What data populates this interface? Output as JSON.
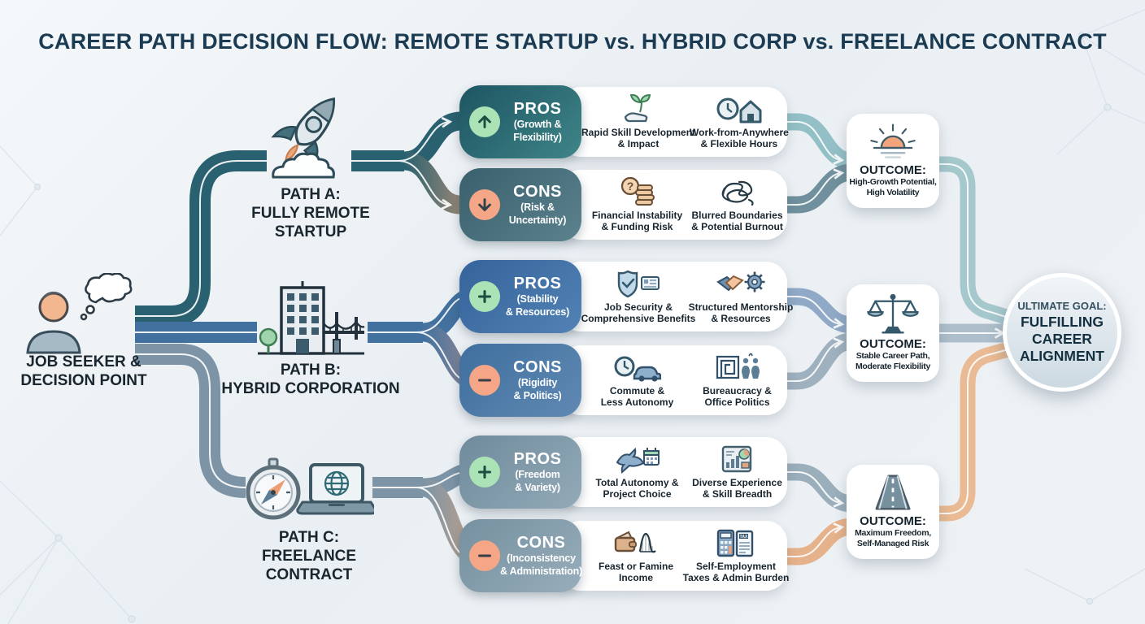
{
  "title": "CAREER PATH DECISION FLOW: REMOTE STARTUP vs. HYBRID CORP vs. FREELANCE CONTRACT",
  "start": {
    "icon": "job-seeker-icon",
    "label_lines": [
      "JOB SEEKER &",
      "DECISION POINT"
    ]
  },
  "paths": [
    {
      "name": "Path A",
      "icon": "rocket-icon",
      "label_lines": [
        "PATH A:",
        "FULLY REMOTE",
        "STARTUP"
      ],
      "pros": {
        "badge_icon": "up-arrow-icon",
        "title": "PROS",
        "subtitle_lines": [
          "(Growth &",
          "Flexibility)"
        ],
        "items": [
          {
            "icon": "seedling-hand-icon",
            "label_lines": [
              "Rapid Skill Development",
              "& Impact"
            ]
          },
          {
            "icon": "clock-house-icon",
            "label_lines": [
              "Work-from-Anywhere",
              "& Flexible Hours"
            ]
          }
        ]
      },
      "cons": {
        "badge_icon": "down-arrow-icon",
        "title": "CONS",
        "subtitle_lines": [
          "(Risk &",
          "Uncertainty)"
        ],
        "items": [
          {
            "icon": "coins-question-icon",
            "icon_text": "?",
            "label_lines": [
              "Financial Instability",
              "& Funding Risk"
            ]
          },
          {
            "icon": "tangle-icon",
            "label_lines": [
              "Blurred Boundaries",
              "& Potential Burnout"
            ]
          }
        ]
      },
      "outcome": {
        "icon": "sunrise-icon",
        "title": "OUTCOME:",
        "lines": [
          "High-Growth Potential,",
          "High Volatility"
        ]
      }
    },
    {
      "name": "Path B",
      "icon": "corporate-building-icon",
      "label_lines": [
        "PATH B:",
        "HYBRID CORPORATION"
      ],
      "pros": {
        "badge_icon": "plus-icon",
        "title": "PROS",
        "subtitle_lines": [
          "(Stability",
          "& Resources)"
        ],
        "items": [
          {
            "icon": "shield-id-icon",
            "label_lines": [
              "Job Security &",
              "Comprehensive Benefits"
            ]
          },
          {
            "icon": "handshake-gear-icon",
            "label_lines": [
              "Structured Mentorship",
              "& Resources"
            ]
          }
        ]
      },
      "cons": {
        "badge_icon": "minus-icon",
        "title": "CONS",
        "subtitle_lines": [
          "(Rigidity",
          "& Politics)"
        ],
        "items": [
          {
            "icon": "clock-car-icon",
            "label_lines": [
              "Commute &",
              "Less Autonomy"
            ]
          },
          {
            "icon": "maze-people-icon",
            "label_lines": [
              "Bureaucracy &",
              "Office Politics"
            ]
          }
        ]
      },
      "outcome": {
        "icon": "balance-scale-icon",
        "title": "OUTCOME:",
        "lines": [
          "Stable Career Path,",
          "Moderate Flexibility"
        ]
      }
    },
    {
      "name": "Path C",
      "icon": "compass-laptop-icon",
      "label_lines": [
        "PATH C:",
        "FREELANCE",
        "CONTRACT"
      ],
      "pros": {
        "badge_icon": "plus-icon",
        "title": "PROS",
        "subtitle_lines": [
          "(Freedom",
          "& Variety)"
        ],
        "items": [
          {
            "icon": "bird-calendar-icon",
            "label_lines": [
              "Total Autonomy &",
              "Project Choice"
            ]
          },
          {
            "icon": "chart-panel-icon",
            "label_lines": [
              "Diverse Experience",
              "& Skill Breadth"
            ]
          }
        ]
      },
      "cons": {
        "badge_icon": "minus-icon",
        "title": "CONS",
        "subtitle_lines": [
          "(Inconsistency",
          "& Administration)"
        ],
        "items": [
          {
            "icon": "wallet-wave-icon",
            "label_lines": [
              "Feast or Famine",
              "Income"
            ]
          },
          {
            "icon": "calculator-tax-icon",
            "icon_text": "TAX",
            "label_lines": [
              "Self-Employment",
              "Taxes & Admin Burden"
            ]
          }
        ]
      },
      "outcome": {
        "icon": "open-road-icon",
        "title": "OUTCOME:",
        "lines": [
          "Maximum Freedom,",
          "Self-Managed Risk"
        ]
      }
    }
  ],
  "goal": {
    "kicker": "ULTIMATE GOAL:",
    "lines": [
      "FULFILLING",
      "CAREER",
      "ALIGNMENT"
    ]
  },
  "colors": {
    "background": "#eef1f4",
    "title_text": "#1b3b53",
    "path_a_teal": "#2a6170",
    "path_b_blue": "#42719f",
    "path_c_slate": "#7c94a5",
    "cons_orange": "#dd9e78",
    "pros_badge_green": "#abe3b6",
    "cons_badge_orange": "#f4a687",
    "header_a_pros": "#1d5562",
    "header_a_cons": "#3a5f6d",
    "header_b_pros": "#35639b",
    "header_b_cons": "#3f6f9e",
    "header_c_pros": "#6f8b9c",
    "header_c_cons": "#75909f"
  }
}
